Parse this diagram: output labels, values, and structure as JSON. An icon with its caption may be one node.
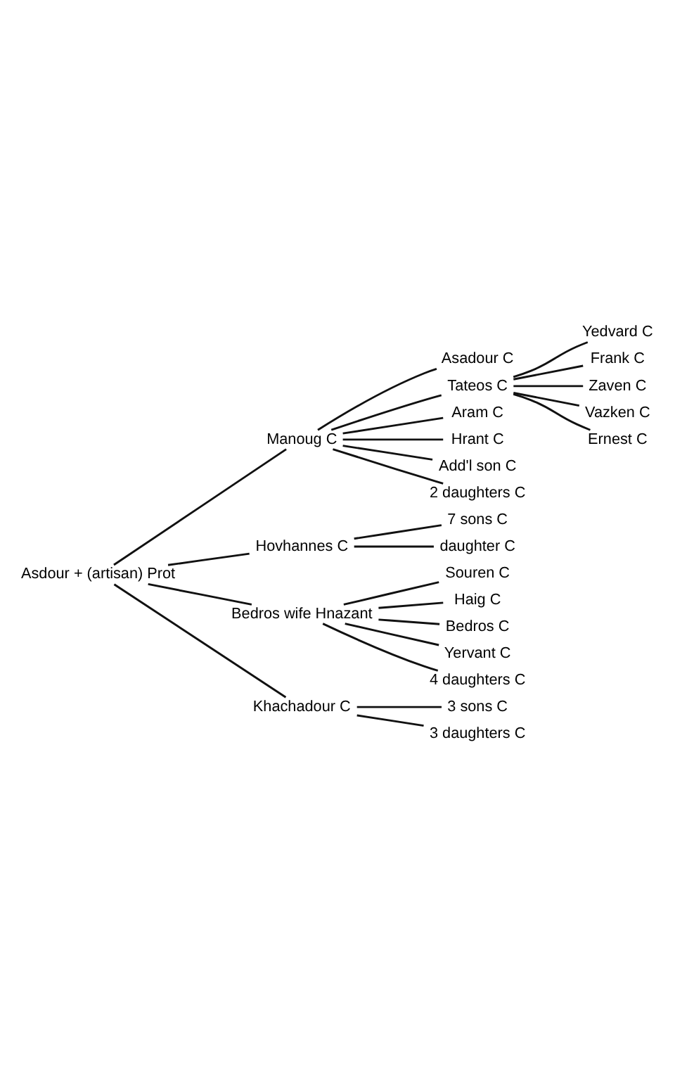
{
  "diagram": {
    "nodes": [
      {
        "text": [
          "Asdour + (artisan) Prot"
        ]
      },
      {
        "text": [
          "Manoug C"
        ]
      },
      {
        "text": [
          "Asadour C"
        ]
      },
      {
        "text": [
          "Tateos C"
        ]
      },
      {
        "text": [
          "Yedvard C"
        ]
      },
      {
        "text": [
          "Frank C"
        ]
      },
      {
        "text": [
          "Zaven C"
        ]
      },
      {
        "text": [
          "Vazken C"
        ]
      },
      {
        "text": [
          "Ernest C"
        ]
      },
      {
        "text": [
          "Aram C"
        ]
      },
      {
        "text": [
          "Hrant C"
        ]
      },
      {
        "text": [
          "Add'l son C"
        ]
      },
      {
        "text": [
          "2 daughters C"
        ]
      },
      {
        "text": [
          "Hovhannes C"
        ]
      },
      {
        "text": [
          "7 sons C"
        ]
      },
      {
        "text": [
          "daughter C"
        ]
      },
      {
        "text": [
          "Bedros wife Hnazant"
        ]
      },
      {
        "text": [
          "Souren C"
        ]
      },
      {
        "text": [
          "Haig C"
        ]
      },
      {
        "text": [
          "Bedros C"
        ]
      },
      {
        "text": [
          "Yervant C"
        ]
      },
      {
        "text": [
          "4 daughters C"
        ]
      },
      {
        "text": [
          "Khachadour C"
        ]
      },
      {
        "text": [
          "3 sons C"
        ]
      },
      {
        "text": [
          "3 daughters C"
        ]
      }
    ],
    "edges": [
      {
        "from": 0,
        "to": 1,
        "arrow": "none"
      },
      {
        "from": 0,
        "to": 13,
        "arrow": "none"
      },
      {
        "from": 0,
        "to": 16,
        "arrow": "none"
      },
      {
        "from": 0,
        "to": 22,
        "arrow": "none"
      },
      {
        "from": 1,
        "to": 2,
        "arrow": "none"
      },
      {
        "from": 1,
        "to": 3,
        "arrow": "none"
      },
      {
        "from": 1,
        "to": 9,
        "arrow": "none"
      },
      {
        "from": 1,
        "to": 10,
        "arrow": "none"
      },
      {
        "from": 1,
        "to": 11,
        "arrow": "none"
      },
      {
        "from": 1,
        "to": 12,
        "arrow": "none"
      },
      {
        "from": 3,
        "to": 4,
        "arrow": "none"
      },
      {
        "from": 3,
        "to": 5,
        "arrow": "none"
      },
      {
        "from": 3,
        "to": 6,
        "arrow": "none"
      },
      {
        "from": 3,
        "to": 7,
        "arrow": "none"
      },
      {
        "from": 3,
        "to": 8,
        "arrow": "none"
      },
      {
        "from": 13,
        "to": 14,
        "arrow": "none"
      },
      {
        "from": 13,
        "to": 15,
        "arrow": "none"
      },
      {
        "from": 16,
        "to": 17,
        "arrow": "none"
      },
      {
        "from": 16,
        "to": 18,
        "arrow": "none"
      },
      {
        "from": 16,
        "to": 19,
        "arrow": "none"
      },
      {
        "from": 16,
        "to": 20,
        "arrow": "none"
      },
      {
        "from": 16,
        "to": 21,
        "arrow": "none"
      },
      {
        "from": 22,
        "to": 23,
        "arrow": "none"
      },
      {
        "from": 22,
        "to": 24,
        "arrow": "none"
      }
    ]
  }
}
